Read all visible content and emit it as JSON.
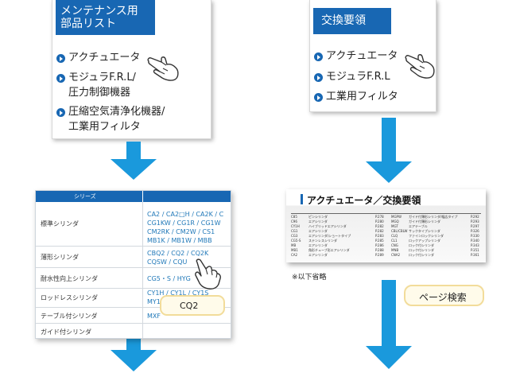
{
  "panel1": {
    "title_line1": "メンテナンス用",
    "title_line2": "部品リスト",
    "links": [
      {
        "lines": [
          "アクチュエータ"
        ]
      },
      {
        "lines": [
          "モジュラF.R.L/",
          "圧力制御機器"
        ]
      },
      {
        "lines": [
          "圧縮空気清浄化機器/",
          "工業用フィルタ"
        ]
      }
    ]
  },
  "panel2": {
    "title": "交換要領",
    "links": [
      {
        "lines": [
          "アクチュエータ"
        ]
      },
      {
        "lines": [
          "モジュラF.R.L"
        ]
      },
      {
        "lines": [
          "工業用フィルタ"
        ]
      }
    ]
  },
  "series_table": {
    "header": "シリーズ",
    "rows": [
      {
        "label": "標準シリンダ",
        "value": "CA2 / CA2□H / CA2K / C\nCG1KW / CG1R / CG1W\nCM2RK / CM2W / CS1\nMB1K / MB1W / MBB"
      },
      {
        "label": "薄形シリンダ",
        "value": "CBQ2 / CQ2 / CQ2K\nCQSW / CQU"
      },
      {
        "label": "耐水性向上シリンダ",
        "value": "CG5・S / HYG"
      },
      {
        "label": "ロッドレスシリンダ",
        "value": "CY1H / CY1L / CY1S\nMY1H"
      },
      {
        "label": "テーブル付シリンダ",
        "value": "MXF"
      },
      {
        "label": "ガイド付シリンダ",
        "value": ""
      }
    ],
    "tooltip": "CQ2"
  },
  "index_doc": {
    "title": "アクチュエータ／交換要領",
    "rows": [
      [
        "C85",
        "ピンシリンダ",
        "P.278",
        "MGPW",
        "ガイド付薄形シリンダ/幅広タイプ",
        "P.292"
      ],
      [
        "C96",
        "エアシリンダ",
        "P.280",
        "MGQ",
        "ガイド付薄形シリンダ",
        "P.293"
      ],
      [
        "CY1H",
        "ハイブリッドエアシリンダ",
        "P.282",
        "MGT",
        "エアテーブル",
        "P.297"
      ],
      [
        "CG1",
        "エアシリンダ",
        "P.282",
        "CBL/CBLW",
        "サックタイプシリンダ",
        "P.326"
      ],
      [
        "CG3",
        "エアシリンダ/ショートタイプ",
        "P.283",
        "CLQ",
        "ファインロックシリンダ",
        "P.330"
      ],
      [
        "CG5-S",
        "ステンレスシリンダ",
        "P.285",
        "CL1",
        "ロックアップシリンダ",
        "P.340"
      ],
      [
        "MB",
        "エアシリンダ",
        "P.286",
        "CNG",
        "ロック付シリンダ",
        "P.343"
      ],
      [
        "MB1",
        "角形チューブ形エアシリンダ",
        "P.288",
        "MNB",
        "ロック付シリンダ",
        "P.351"
      ],
      [
        "CA2",
        "エアシリンダ",
        "P.289",
        "CNA2",
        "ロック付シリンダ",
        "P.361"
      ]
    ],
    "note": "※以下省略",
    "search_button": "ページ検索"
  },
  "colors": {
    "brand_blue": "#1867b3",
    "arrow_blue": "#1a99dc",
    "link_blue": "#1e77b8"
  }
}
